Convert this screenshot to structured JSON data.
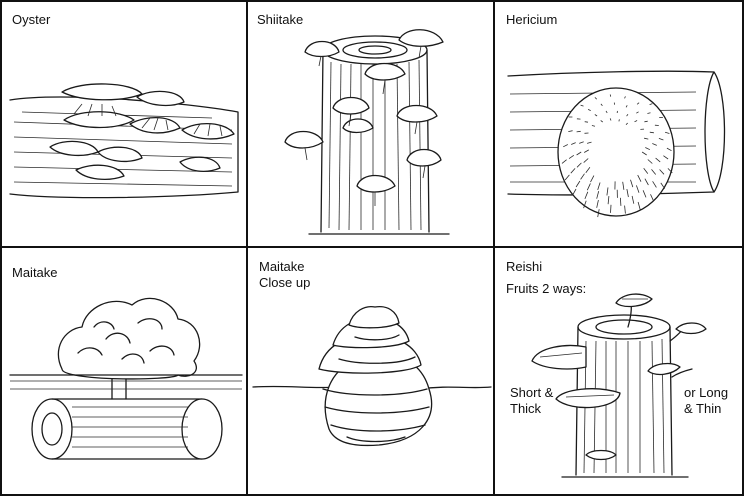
{
  "panels": [
    {
      "id": "oyster",
      "title": "Oyster"
    },
    {
      "id": "shiitake",
      "title": "Shiitake"
    },
    {
      "id": "hericium",
      "title": "Hericium"
    },
    {
      "id": "maitake",
      "title": "Maitake"
    },
    {
      "id": "maitake-closeup",
      "title": "Maitake",
      "subtitle": "Close up"
    },
    {
      "id": "reishi",
      "title": "Reishi",
      "subtitle": "Fruits 2 ways:",
      "annotations": {
        "left_1": "Short &",
        "left_2": "Thick",
        "right_1": "or Long",
        "right_2": "& Thin"
      }
    }
  ],
  "style": {
    "border_color": "#111111",
    "background": "#ffffff",
    "ink": "#1a1a1a"
  }
}
